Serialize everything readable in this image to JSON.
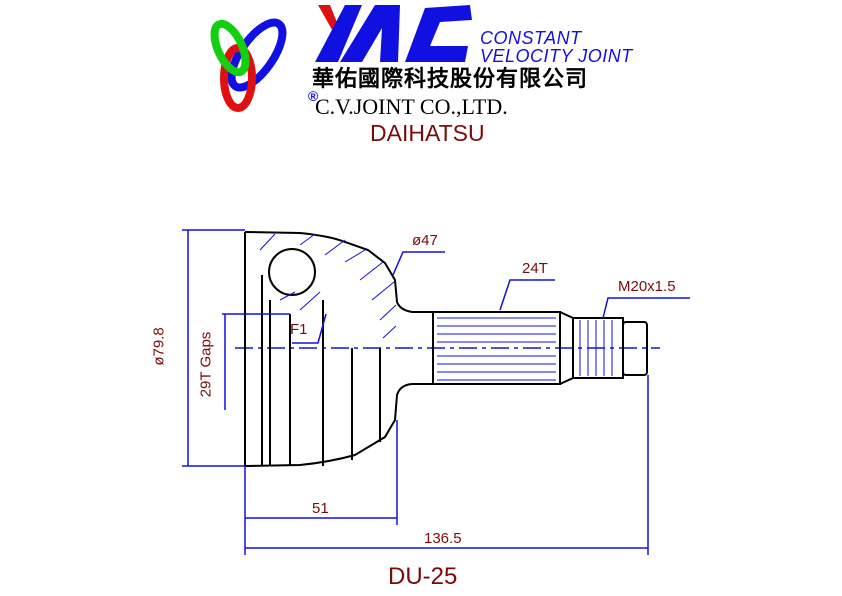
{
  "header": {
    "brand_logo": "YAC",
    "tagline_line1": "CONSTANT",
    "tagline_line2": "VELOCITY JOINT",
    "company_chinese": "華佑國際科技股份有限公司",
    "company_english": "C.V.JOINT CO.,LTD.",
    "registered_mark": "®",
    "vehicle_make": "DAIHATSU"
  },
  "drawing": {
    "outer_diameter": "ø79.8",
    "inner_spline": "29T Gaps",
    "seal_diameter": "ø47",
    "shaft_spline": "24T",
    "thread": "M20x1.5",
    "feature_label": "F1",
    "length_to_shoulder": "51",
    "overall_length": "136.5",
    "part_number": "DU-25"
  },
  "colors": {
    "blue": "#1010e0",
    "dim_text": "#7a0b0b",
    "red": "#e01010",
    "green": "#10d010"
  }
}
